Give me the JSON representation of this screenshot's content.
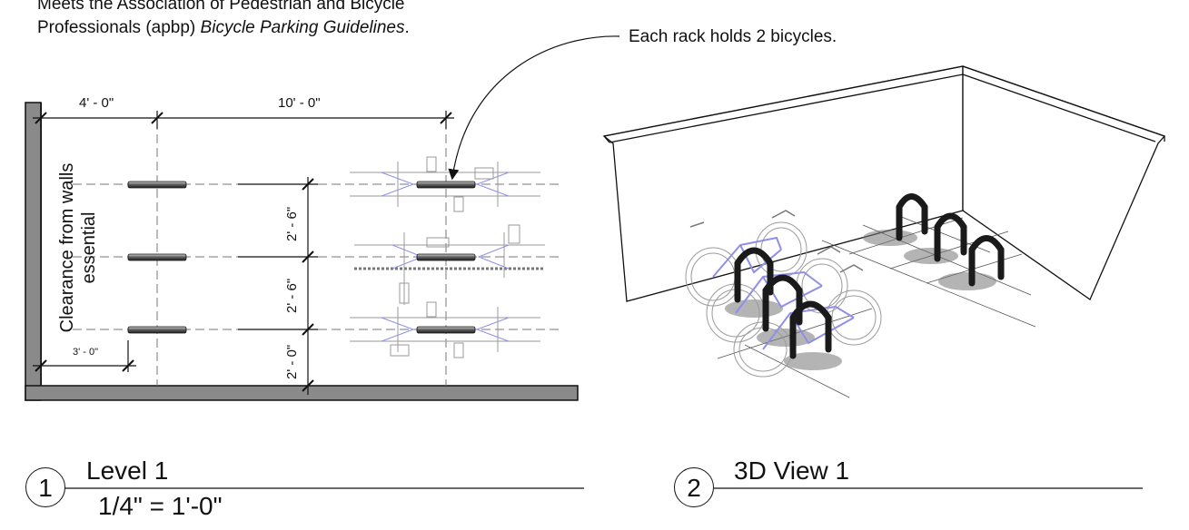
{
  "notes": {
    "line1": "Meets the Association of Pedestrian and Bicycle",
    "line2_pre": "Professionals (apbp) ",
    "line2_em": "Bicycle Parking Guidelines",
    "line2_post": ".",
    "callout": "Each rack holds 2 bicycles."
  },
  "plan": {
    "dim_top_left": "4' - 0\"",
    "dim_top_right": "10' - 0\"",
    "dim_v1": "2' - 6\"",
    "dim_v2": "2' - 6\"",
    "dim_v3": "2' - 0\"",
    "dim_bottom": "3' - 0\"",
    "clearance_line1": "Clearance from walls",
    "clearance_line2": "essential"
  },
  "views": [
    {
      "number": "1",
      "title": "Level 1",
      "scale": "1/4\" = 1'-0\""
    },
    {
      "number": "2",
      "title": "3D View 1"
    }
  ]
}
